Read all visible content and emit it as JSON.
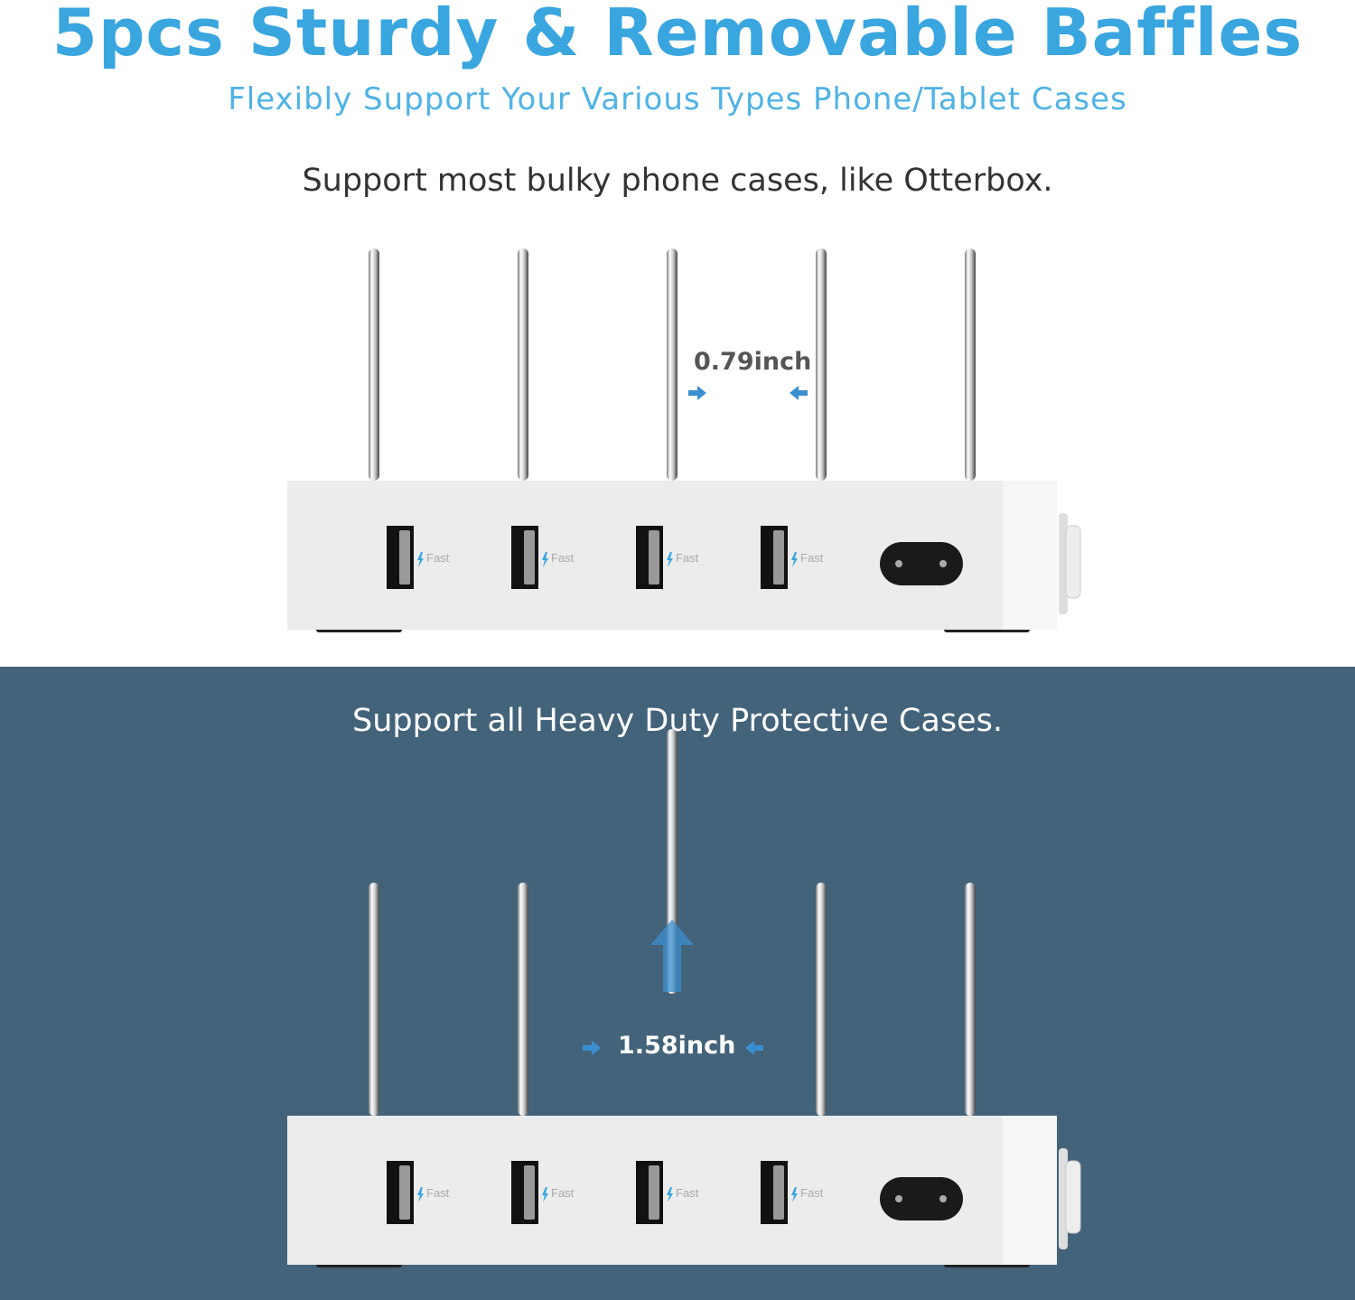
{
  "header": {
    "title": "5pcs Sturdy & Removable Baffles",
    "subtitle": "Flexibly Support Your Various Types Phone/Tablet Cases"
  },
  "panel_top": {
    "caption": "Support most bulky phone cases, like Otterbox.",
    "spacing_label": "0.79inch"
  },
  "panel_bottom": {
    "caption": "Support all Heavy Duty Protective Cases.",
    "spacing_label": "1.58inch"
  },
  "device": {
    "port_label": "Fast",
    "usb_port_count": 4,
    "baffle_count": 5
  },
  "colors": {
    "accent": "#3aa6df",
    "panel_dark": "#43637a",
    "arrow": "#3a8fd0"
  }
}
